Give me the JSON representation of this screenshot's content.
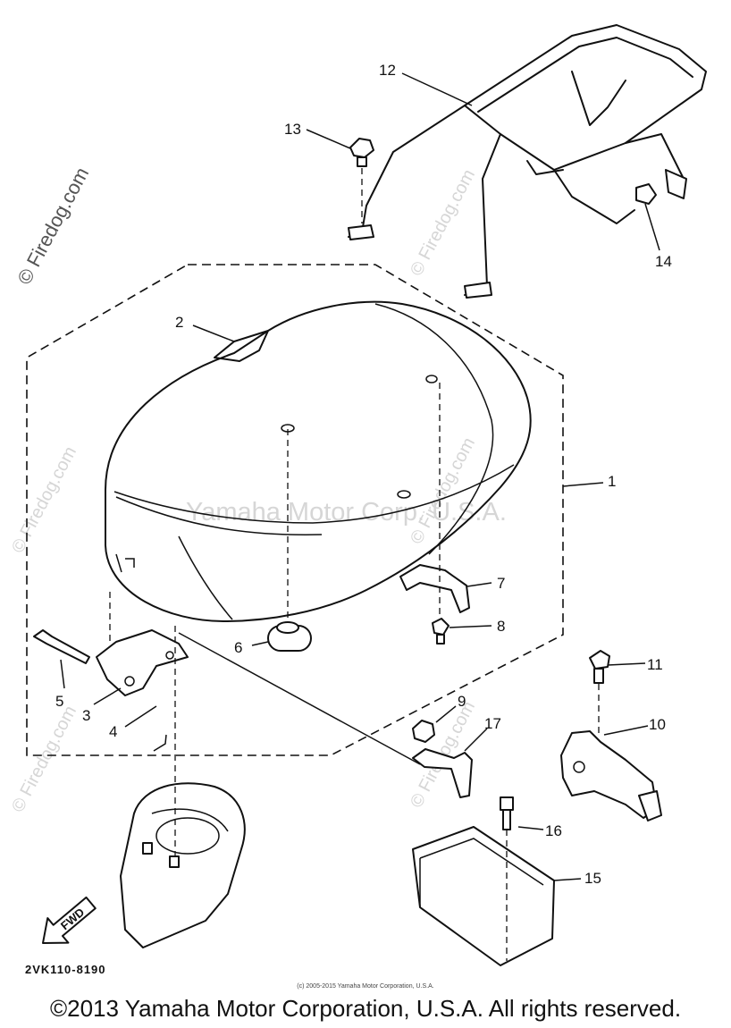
{
  "diagram": {
    "code": "2VK110-8190",
    "fwd_label": "FWD",
    "center_watermark": "Yamaha Motor Corp. U.S.A.",
    "side_watermark": "© Firedog.com",
    "small_watermark": "© Firedog.com",
    "tiny_copyright": "(c) 2005-2015 Yamaha Motor Corporation, U.S.A.",
    "copyright": "©2013 Yamaha Motor Corporation, U.S.A. All rights reserved.",
    "callouts": [
      "1",
      "2",
      "3",
      "4",
      "5",
      "6",
      "7",
      "8",
      "9",
      "10",
      "11",
      "12",
      "13",
      "14",
      "15",
      "16",
      "17"
    ]
  }
}
